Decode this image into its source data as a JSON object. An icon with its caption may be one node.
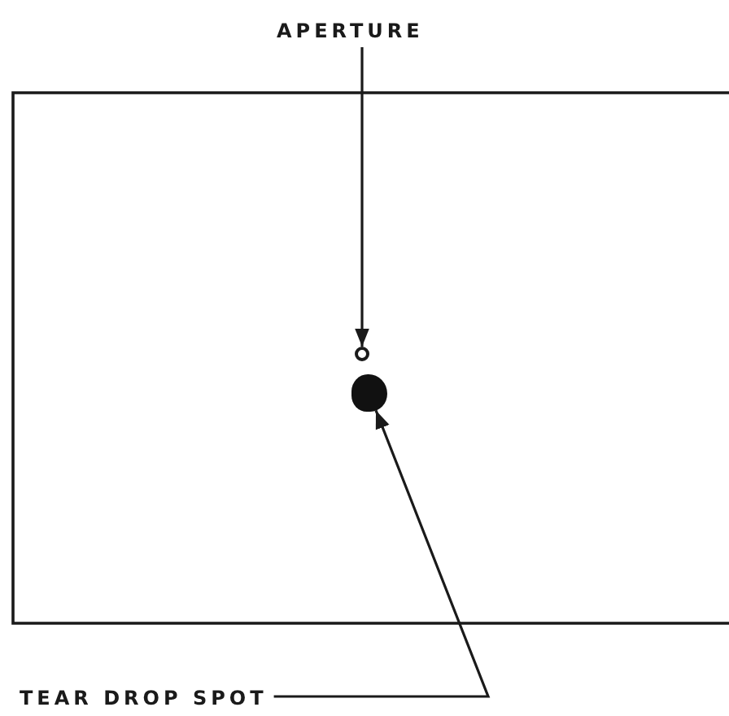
{
  "diagram": {
    "nodes": [
      {
        "text": [
          "APERTURE"
        ]
      },
      {
        "text": [],
        "shape": "circle"
      },
      {
        "text": [],
        "shape": "circle"
      },
      {
        "text": [
          "TEAR DROP SPOT"
        ]
      }
    ],
    "edges": [
      {
        "from": 0,
        "to": 1,
        "arrow": "to"
      },
      {
        "from": 3,
        "to": 2,
        "arrow": "to"
      }
    ]
  }
}
